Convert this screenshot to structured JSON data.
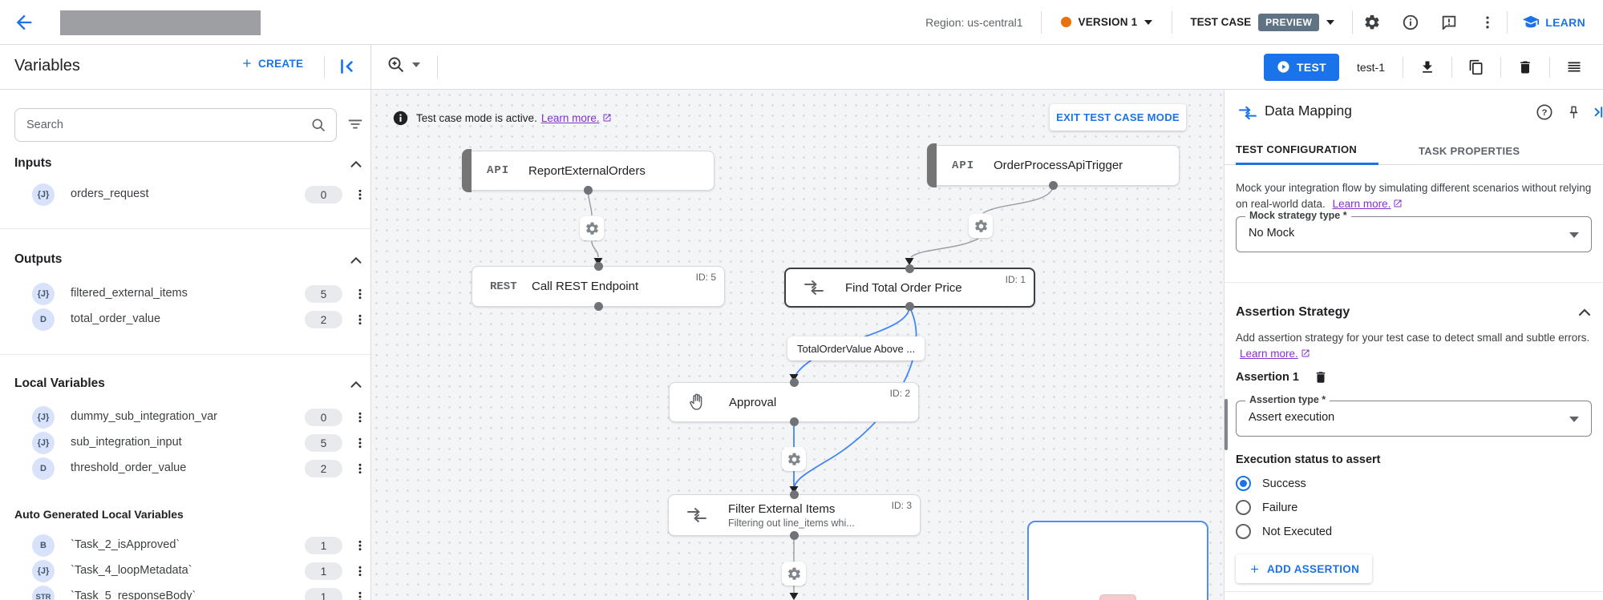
{
  "colors": {
    "accent_blue": "#1a73e8",
    "edge_blue": "#4285f4",
    "purple_link": "#8430ce",
    "preview_badge_bg": "#5f7384",
    "version_dot_orange": "#e8710a",
    "type_badge_bg": "#d9e2fb",
    "canvas_bg": "#f4f5f7"
  },
  "topbar": {
    "region": "Region: us-central1",
    "version_label": "VERSION 1",
    "test_case_label": "TEST CASE",
    "preview_badge": "PREVIEW",
    "learn_label": "LEARN"
  },
  "toolbar": {
    "panel_title": "Variables",
    "create_label": "CREATE",
    "test_button": "TEST",
    "test_case_name": "test-1"
  },
  "variables": {
    "search_placeholder": "Search",
    "inputs": {
      "title": "Inputs",
      "items": [
        {
          "type": "{J}",
          "name": "orders_request",
          "count": "0"
        }
      ]
    },
    "outputs": {
      "title": "Outputs",
      "items": [
        {
          "type": "{J}",
          "name": "filtered_external_items",
          "count": "5"
        },
        {
          "type": "D",
          "name": "total_order_value",
          "count": "2"
        }
      ]
    },
    "locals": {
      "title": "Local Variables",
      "items": [
        {
          "type": "{J}",
          "name": "dummy_sub_integration_var",
          "count": "0"
        },
        {
          "type": "{J}",
          "name": "sub_integration_input",
          "count": "5"
        },
        {
          "type": "D",
          "name": "threshold_order_value",
          "count": "2"
        }
      ]
    },
    "autogen": {
      "title": "Auto Generated Local Variables",
      "items": [
        {
          "type": "B",
          "name": "`Task_2_isApproved`",
          "count": "1"
        },
        {
          "type": "{J}",
          "name": "`Task_4_loopMetadata`",
          "count": "1"
        },
        {
          "type": "STR",
          "name": "`Task_5_responseBody`",
          "count": "1"
        }
      ]
    }
  },
  "canvas": {
    "banner": {
      "message": "Test case mode is active.",
      "link": "Learn more.",
      "exit_button": "EXIT TEST CASE MODE"
    },
    "nodes": {
      "report_external_orders": {
        "badge": "API",
        "title": "ReportExternalOrders"
      },
      "order_process_api_trigger": {
        "badge": "API",
        "title": "OrderProcessApiTrigger"
      },
      "call_rest_endpoint": {
        "badge": "REST",
        "title": "Call REST Endpoint",
        "id": "ID: 5"
      },
      "find_total_order_price": {
        "title": "Find Total Order Price",
        "id": "ID: 1"
      },
      "approval": {
        "title": "Approval",
        "id": "ID: 2"
      },
      "filter_external_items": {
        "title": "Filter External Items",
        "id": "ID: 3",
        "subtitle": "Filtering out line_items whi..."
      }
    },
    "edge_label": "TotalOrderValue Above ..."
  },
  "panel": {
    "title": "Data Mapping",
    "tabs": [
      "TEST CONFIGURATION",
      "TASK PROPERTIES"
    ],
    "mock_text": "Mock your integration flow by simulating different scenarios without relying on real-world data.",
    "mock_learn_more": "Learn more.",
    "mock_field": {
      "label": "Mock strategy type *",
      "value": "No Mock"
    },
    "assertion_section": "Assertion Strategy",
    "assertion_desc": "Add assertion strategy for your test case to detect small and subtle errors.",
    "assertion_learn_more": "Learn more.",
    "assertion_title": "Assertion 1",
    "assertion_field": {
      "label": "Assertion type *",
      "value": "Assert execution"
    },
    "status_label": "Execution status to assert",
    "radios": [
      {
        "label": "Success",
        "selected": true
      },
      {
        "label": "Failure",
        "selected": false
      },
      {
        "label": "Not Executed",
        "selected": false
      }
    ],
    "add_assertion": "ADD ASSERTION"
  }
}
